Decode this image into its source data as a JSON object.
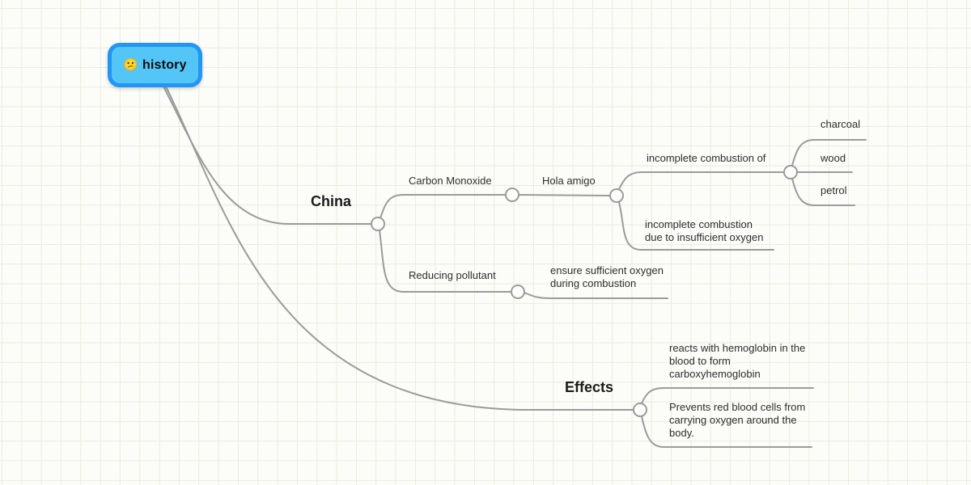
{
  "app": {
    "view": "mindmap-canvas"
  },
  "palette": {
    "background": "#fcfcf9",
    "grid_line": "#e9ecdf",
    "edge": "#9b9b9b",
    "connector_fill": "#fdfdfb",
    "root_border": "#2196f3",
    "root_fill": "#54c5f7",
    "text": "#2e2e2e"
  },
  "root": {
    "emoji": "😕",
    "label": "history"
  },
  "nodes": {
    "china": {
      "label": "China"
    },
    "carbon_monoxide": {
      "label": "Carbon Monoxide"
    },
    "hola_amigo": {
      "label": "Hola amigo"
    },
    "incomplete_combustion_of": {
      "label": "incomplete combustion of"
    },
    "charcoal": {
      "label": "charcoal"
    },
    "wood": {
      "label": "wood"
    },
    "petrol": {
      "label": "petrol"
    },
    "incomplete_combustion_due": {
      "label": "incomplete combustion\ndue to insufficient oxygen"
    },
    "reducing_pollutant": {
      "label": "Reducing pollutant"
    },
    "ensure_oxygen": {
      "label": "ensure sufficient oxygen\nduring combustion"
    },
    "effects": {
      "label": "Effects"
    },
    "reacts_hemoglobin": {
      "label": "reacts with hemoglobin in the\nblood to form\ncarboxyhemoglobin"
    },
    "prevents_red_cells": {
      "label": "Prevents red blood cells from\ncarrying oxygen around the\nbody."
    }
  }
}
